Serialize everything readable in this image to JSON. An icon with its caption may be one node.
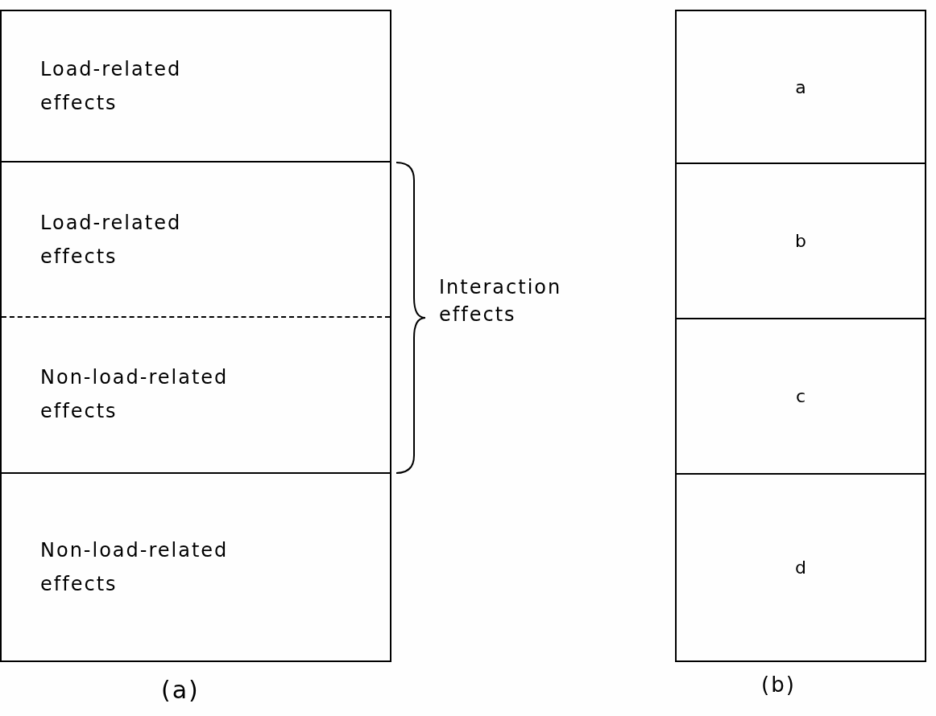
{
  "diagram": {
    "nodes": [
      {
        "text": [
          "Load-related effects"
        ]
      },
      {
        "text": [
          "Load-related effects"
        ]
      },
      {
        "text": [
          "Non-load-related effects"
        ]
      },
      {
        "text": [
          "Non-load-related effects"
        ]
      },
      {
        "text": [
          "a"
        ]
      },
      {
        "text": [
          "b"
        ]
      },
      {
        "text": [
          "c"
        ]
      },
      {
        "text": [
          "d"
        ]
      }
    ],
    "labels": [
      "Interaction effects",
      "(a)",
      "(b)"
    ]
  }
}
